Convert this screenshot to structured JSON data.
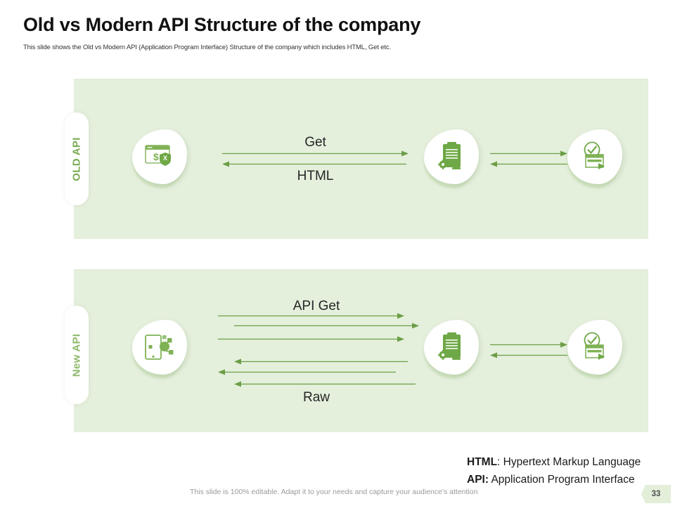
{
  "header": {
    "title": "Old vs Modern API Structure of the company",
    "subtitle": "This slide shows the Old vs Modern API (Application Program Interface) Structure of the company which includes HTML, Get etc."
  },
  "theme": {
    "panel_bg": "#e4efdc",
    "accent_green": "#7aab52",
    "arrow_green": "#6b9e45",
    "text_dark": "#262626",
    "badge_bg": "#e3efd9"
  },
  "panels": [
    {
      "id": "old-api",
      "tab_label": "OLD API",
      "nodes": [
        {
          "name": "client",
          "icon": "browser-payment-shield-icon"
        },
        {
          "name": "server",
          "icon": "clipboard-gear-user-icon"
        },
        {
          "name": "database",
          "icon": "check-document-play-icon"
        }
      ],
      "flow_labels": [
        {
          "text": "Get"
        },
        {
          "text": "HTML"
        }
      ],
      "arrows": [
        {
          "direction": "right",
          "segment": "client-server"
        },
        {
          "direction": "left",
          "segment": "server-client"
        },
        {
          "direction": "right",
          "segment": "server-database"
        },
        {
          "direction": "left",
          "segment": "database-server"
        }
      ]
    },
    {
      "id": "new-api",
      "tab_label": "New API",
      "nodes": [
        {
          "name": "client",
          "icon": "tablet-network-nodes-icon"
        },
        {
          "name": "server",
          "icon": "clipboard-gear-user-icon"
        },
        {
          "name": "database",
          "icon": "check-document-play-icon"
        }
      ],
      "flow_labels": [
        {
          "text": "API Get"
        },
        {
          "text": "Raw"
        }
      ],
      "arrows": [
        {
          "direction": "right",
          "segment": "client-server"
        },
        {
          "direction": "right",
          "segment": "client-server"
        },
        {
          "direction": "right",
          "segment": "client-server"
        },
        {
          "direction": "left",
          "segment": "server-client"
        },
        {
          "direction": "left",
          "segment": "server-client"
        },
        {
          "direction": "left",
          "segment": "server-client"
        },
        {
          "direction": "right",
          "segment": "server-database"
        },
        {
          "direction": "left",
          "segment": "database-server"
        }
      ]
    }
  ],
  "legend": {
    "line1_term": "HTML",
    "line1_rest": ": Hypertext Markup Language",
    "line2_term": "API:",
    "line2_rest": " Application Program Interface"
  },
  "footer": {
    "note": "This slide is 100% editable. Adapt it to your needs and capture your audience's attention",
    "page_number": "33"
  }
}
